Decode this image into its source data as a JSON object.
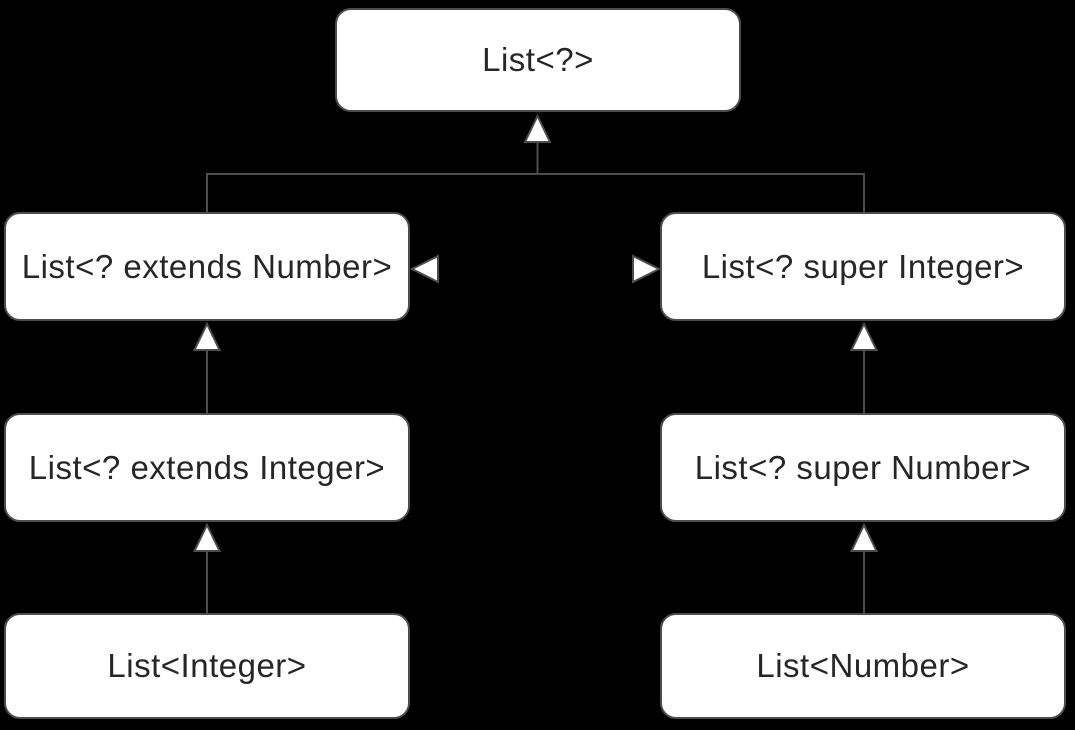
{
  "diagram": {
    "title": "Java generics wildcard List subtyping hierarchy",
    "background_color": "#000000",
    "node_fill_color": "#ffffff",
    "node_border_color": "#4d4d4d",
    "edge_color": "#4d4d4d",
    "text_color": "#262626",
    "nodes": {
      "root": {
        "label": "List<?>"
      },
      "extends_number": {
        "label": "List<? extends Number>"
      },
      "super_integer": {
        "label": "List<? super Integer>"
      },
      "extends_integer": {
        "label": "List<? extends Integer>"
      },
      "super_number": {
        "label": "List<? super Number>"
      },
      "list_integer": {
        "label": "List<Integer>"
      },
      "list_number": {
        "label": "List<Number>"
      }
    },
    "edges": [
      {
        "from": "extends_number",
        "to": "root",
        "style": "hollow-arrow-up-tree"
      },
      {
        "from": "super_integer",
        "to": "root",
        "style": "hollow-arrow-up-tree"
      },
      {
        "from": "extends_integer",
        "to": "extends_number",
        "style": "hollow-arrow-up"
      },
      {
        "from": "list_integer",
        "to": "extends_integer",
        "style": "hollow-arrow-up"
      },
      {
        "from": "super_number",
        "to": "super_integer",
        "style": "hollow-arrow-up"
      },
      {
        "from": "list_number",
        "to": "super_number",
        "style": "hollow-arrow-up"
      },
      {
        "from": "center",
        "to": "extends_number",
        "style": "hollow-arrow-left"
      },
      {
        "from": "center",
        "to": "super_integer",
        "style": "hollow-arrow-right"
      }
    ]
  }
}
